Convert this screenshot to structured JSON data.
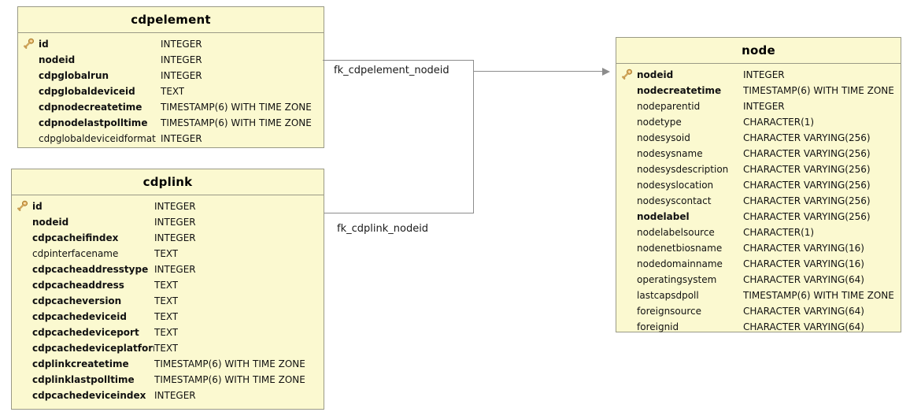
{
  "diagram": {
    "type": "entity-relationship-diagram",
    "background": "#ffffff",
    "entity_fill": "#fbf9d0",
    "entity_border": "#9a9a86",
    "edge_color": "#8c8c8c"
  },
  "entities": [
    {
      "name": "cdpelement",
      "attributes": [
        {
          "key": "pk",
          "name": "id",
          "type": "INTEGER"
        },
        {
          "key": "fk",
          "name": "nodeid",
          "type": "INTEGER"
        },
        {
          "key": "",
          "name": "cdpglobalrun",
          "type": "INTEGER",
          "bold": true
        },
        {
          "key": "",
          "name": "cdpglobaldeviceid",
          "type": "TEXT",
          "bold": true
        },
        {
          "key": "",
          "name": "cdpnodecreatetime",
          "type": "TIMESTAMP(6) WITH TIME ZONE",
          "bold": true
        },
        {
          "key": "",
          "name": "cdpnodelastpolltime",
          "type": "TIMESTAMP(6) WITH TIME ZONE",
          "bold": true
        },
        {
          "key": "",
          "name": "cdpglobaldeviceidformat",
          "type": "INTEGER",
          "bold": false
        }
      ]
    },
    {
      "name": "cdplink",
      "attributes": [
        {
          "key": "pk",
          "name": "id",
          "type": "INTEGER"
        },
        {
          "key": "fk",
          "name": "nodeid",
          "type": "INTEGER"
        },
        {
          "key": "",
          "name": "cdpcacheifindex",
          "type": "INTEGER",
          "bold": true
        },
        {
          "key": "",
          "name": "cdpinterfacename",
          "type": "TEXT",
          "bold": false
        },
        {
          "key": "",
          "name": "cdpcacheaddresstype",
          "type": "INTEGER",
          "bold": true
        },
        {
          "key": "",
          "name": "cdpcacheaddress",
          "type": "TEXT",
          "bold": true
        },
        {
          "key": "",
          "name": "cdpcacheversion",
          "type": "TEXT",
          "bold": true
        },
        {
          "key": "",
          "name": "cdpcachedeviceid",
          "type": "TEXT",
          "bold": true
        },
        {
          "key": "",
          "name": "cdpcachedeviceport",
          "type": "TEXT",
          "bold": true
        },
        {
          "key": "",
          "name": "cdpcachedeviceplatform",
          "type": "TEXT",
          "bold": true
        },
        {
          "key": "",
          "name": "cdplinkcreatetime",
          "type": "TIMESTAMP(6) WITH TIME ZONE",
          "bold": true
        },
        {
          "key": "",
          "name": "cdplinklastpolltime",
          "type": "TIMESTAMP(6) WITH TIME ZONE",
          "bold": true
        },
        {
          "key": "",
          "name": "cdpcachedeviceindex",
          "type": "INTEGER",
          "bold": true
        }
      ]
    },
    {
      "name": "node",
      "attributes": [
        {
          "key": "pk",
          "name": "nodeid",
          "type": "INTEGER"
        },
        {
          "key": "",
          "name": "nodecreatetime",
          "type": "TIMESTAMP(6) WITH TIME ZONE",
          "bold": true
        },
        {
          "key": "",
          "name": "nodeparentid",
          "type": "INTEGER",
          "bold": false
        },
        {
          "key": "",
          "name": "nodetype",
          "type": "CHARACTER(1)",
          "bold": false
        },
        {
          "key": "",
          "name": "nodesysoid",
          "type": "CHARACTER VARYING(256)",
          "bold": false
        },
        {
          "key": "",
          "name": "nodesysname",
          "type": "CHARACTER VARYING(256)",
          "bold": false
        },
        {
          "key": "",
          "name": "nodesysdescription",
          "type": "CHARACTER VARYING(256)",
          "bold": false
        },
        {
          "key": "",
          "name": "nodesyslocation",
          "type": "CHARACTER VARYING(256)",
          "bold": false
        },
        {
          "key": "",
          "name": "nodesyscontact",
          "type": "CHARACTER VARYING(256)",
          "bold": false
        },
        {
          "key": "",
          "name": "nodelabel",
          "type": "CHARACTER VARYING(256)",
          "bold": true
        },
        {
          "key": "",
          "name": "nodelabelsource",
          "type": "CHARACTER(1)",
          "bold": false
        },
        {
          "key": "",
          "name": "nodenetbiosname",
          "type": "CHARACTER VARYING(16)",
          "bold": false
        },
        {
          "key": "",
          "name": "nodedomainname",
          "type": "CHARACTER VARYING(16)",
          "bold": false
        },
        {
          "key": "",
          "name": "operatingsystem",
          "type": "CHARACTER VARYING(64)",
          "bold": false
        },
        {
          "key": "",
          "name": "lastcapsdpoll",
          "type": "TIMESTAMP(6) WITH TIME ZONE",
          "bold": false
        },
        {
          "key": "",
          "name": "foreignsource",
          "type": "CHARACTER VARYING(64)",
          "bold": false
        },
        {
          "key": "",
          "name": "foreignid",
          "type": "CHARACTER VARYING(64)",
          "bold": false
        }
      ]
    }
  ],
  "relationships": [
    {
      "label": "fk_cdpelement_nodeid",
      "from": "cdpelement",
      "to": "node"
    },
    {
      "label": "fk_cdplink_nodeid",
      "from": "cdplink",
      "to": "node"
    }
  ]
}
